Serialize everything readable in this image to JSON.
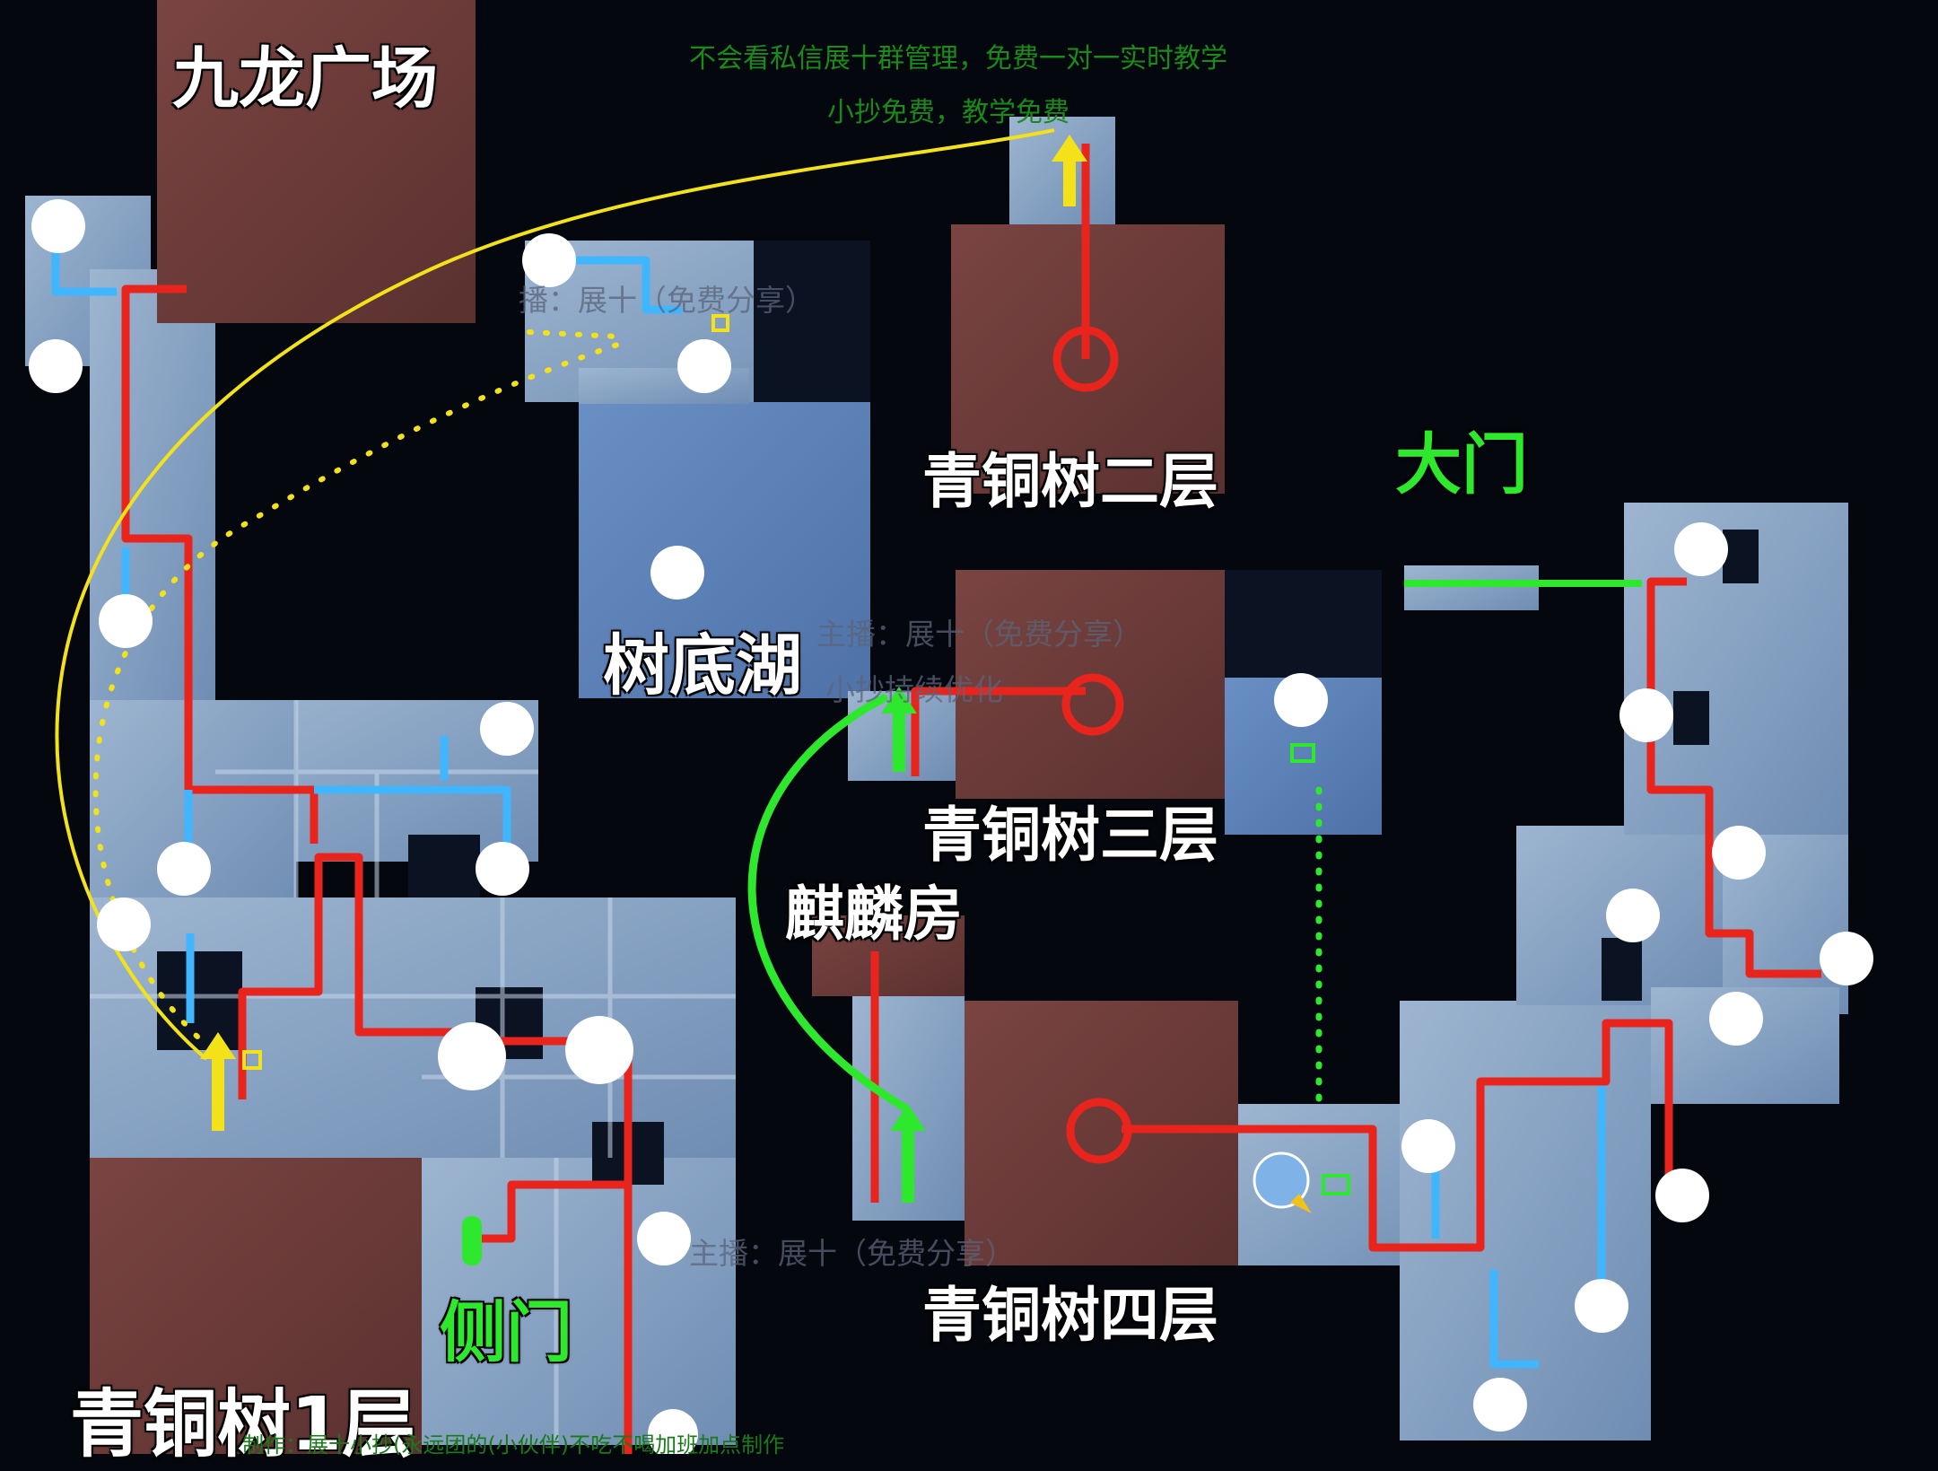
{
  "title_labels": {
    "jiulong": "九龙广场",
    "floor1": "青铜树1层",
    "floor2": "青铜树二层",
    "floor3": "青铜树三层",
    "floor4": "青铜树四层",
    "lake": "树底湖",
    "qilin": "麒麟房",
    "main_gate": "大门",
    "side_gate": "侧门"
  },
  "watermarks": {
    "top_line1": "不会看私信展十群管理，免费一对一实时教学",
    "top_line2": "小抄免费，教学免费",
    "host_top": "播：展十（免费分享）",
    "host_mid": "主播：展十（免费分享）",
    "optimize": "小抄持续优化",
    "host_bottom": "主播：展十（免费分享）",
    "footer": "制作：展十小抄(永远团的(小伙伴)不吃不喝加班加点制作"
  },
  "colors": {
    "room_blue": "#8fa9c6",
    "room_blue_dark": "#5d7ea6",
    "lake_blue": "#5b7fb3",
    "room_brown": "#6e3d3a",
    "route_red": "#e8241c",
    "route_blue": "#3fb6ff",
    "route_yellow": "#f3e21a",
    "route_green": "#2ee82e",
    "marker_white": "#ffffff",
    "background": "#05070f"
  },
  "icons": [
    "yellow-arrow-icon",
    "green-arrow-icon",
    "white-dot-icon",
    "red-ring-icon",
    "boss-portrait-icon"
  ]
}
